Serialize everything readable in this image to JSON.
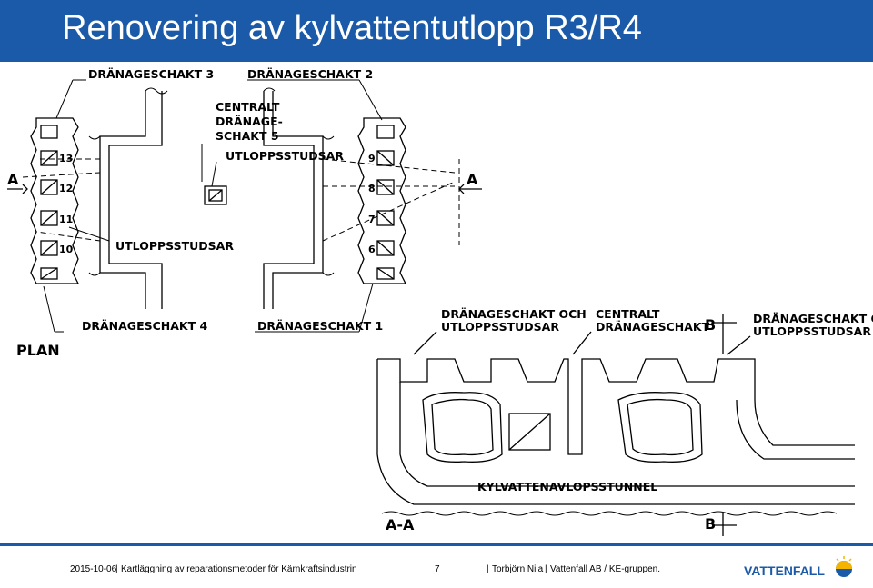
{
  "title": "Renovering av kylvattentutlopp R3/R4",
  "drawing": {
    "plan_labels": {
      "drain3": "DRÄNAGESCHAKT 3",
      "drain2": "DRÄNAGESCHAKT 2",
      "central_line1": "CENTRALT",
      "central_line2": "DRÄNAGE-",
      "central_line3": "SCHAKT 5",
      "outlet_top": "UTLOPPSSTUDSAR",
      "outlet_bottom": "UTLOPPSSTUDSAR",
      "drain4": "DRÄNAGESCHAKT 4",
      "drain1": "DRÄNAGESCHAKT 1",
      "plan": "PLAN",
      "section_a_left": "A",
      "section_a_right": "A"
    },
    "numbers": [
      "13",
      "12",
      "11",
      "10",
      "9",
      "8",
      "7",
      "6"
    ],
    "section_labels": {
      "drain_and_outlet_1": "DRÄNAGESCHAKT OCH",
      "drain_and_outlet_2": "UTLOPPSSTUDSAR",
      "central_1": "CENTRALT",
      "central_2": "DRÄNAGESCHAKT",
      "right_1": "DRÄNAGESCHAKT OCH",
      "right_2": "UTLOPPSSTUDSAR",
      "b_top": "B",
      "b_bottom": "B",
      "tunnel": "KYLVATTENAVLOPSSTUNNEL",
      "aa": "A-A"
    }
  },
  "footer": {
    "date": "2015-10-06",
    "subject": "Kartläggning av reparationsmetoder för Kärnkraftsindustrin",
    "page": "7",
    "author": "Torbjörn Niia",
    "org": "Vattenfall AB / KE-gruppen.",
    "logo_text": "VATTENFALL"
  },
  "colors": {
    "title_bar": "#1a5aa8",
    "logo_blue": "#1a5aa8",
    "logo_yellow": "#f5b400"
  }
}
